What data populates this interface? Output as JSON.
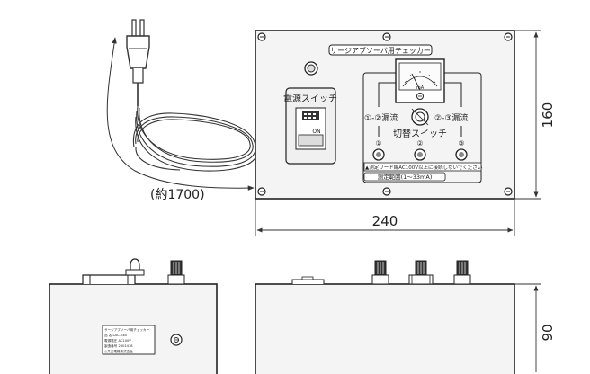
{
  "front_panel": {
    "title_plate": "サージアブソーバ用チェッカー",
    "power_switch_label": "電源スイッチ",
    "power_switch_on": "ON",
    "selector_switch_label": "切替スイッチ",
    "range_left": "①-②漏流",
    "range_right": "②-③漏流",
    "terminal_1": "①",
    "terminal_2": "②",
    "terminal_3": "③",
    "meter_unit": "mA",
    "warning_text": "▲測定リード線AC100V以上に接続しないでください",
    "range_text": "測定範囲(1〜33mA)"
  },
  "dimensions": {
    "cord_length": "(約1700)",
    "width": "240",
    "height": "160",
    "depth": "90"
  },
  "side_label": {
    "lines": [
      "サージアブソーバ用チェッカー",
      "品 名 LAC-03B",
      "電源電圧 AC100V",
      "製造番号 2301418",
      "◎共立電機株式会社"
    ]
  }
}
